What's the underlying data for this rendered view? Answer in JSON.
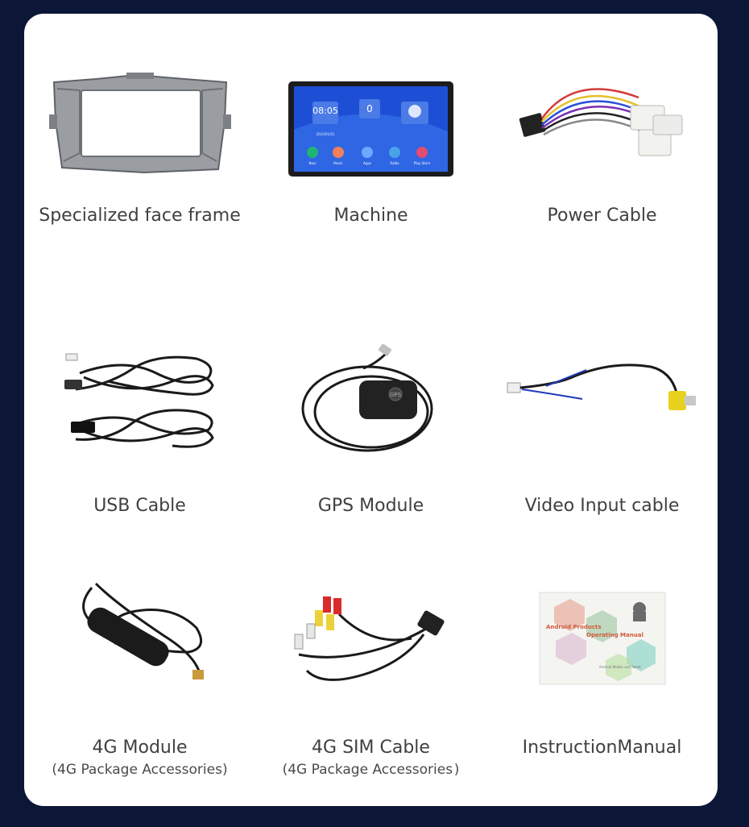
{
  "items": [
    {
      "name": "Specialized face frame",
      "note": ""
    },
    {
      "name": "Machine",
      "note": ""
    },
    {
      "name": "Power Cable",
      "note": ""
    },
    {
      "name": "USB Cable",
      "note": ""
    },
    {
      "name": "GPS Module",
      "note": ""
    },
    {
      "name": "Video Input cable",
      "note": ""
    },
    {
      "name": "4G Module",
      "note": "(4G Package Accessories)"
    },
    {
      "name": "4G SIM Cable",
      "note": "(4G Package Accessories )"
    },
    {
      "name": "InstructionManual",
      "note": ""
    }
  ],
  "screen": {
    "time": "08:05",
    "date": "2020/01/01",
    "speed": "0",
    "apps": [
      "Navi",
      "Music",
      "Apps",
      "Radio",
      "Play Store"
    ]
  },
  "manual": {
    "line1": "Android Products",
    "line2": "Operating Manual",
    "line3": "Android Mobile and Tablet"
  },
  "gps_label": "GPS"
}
